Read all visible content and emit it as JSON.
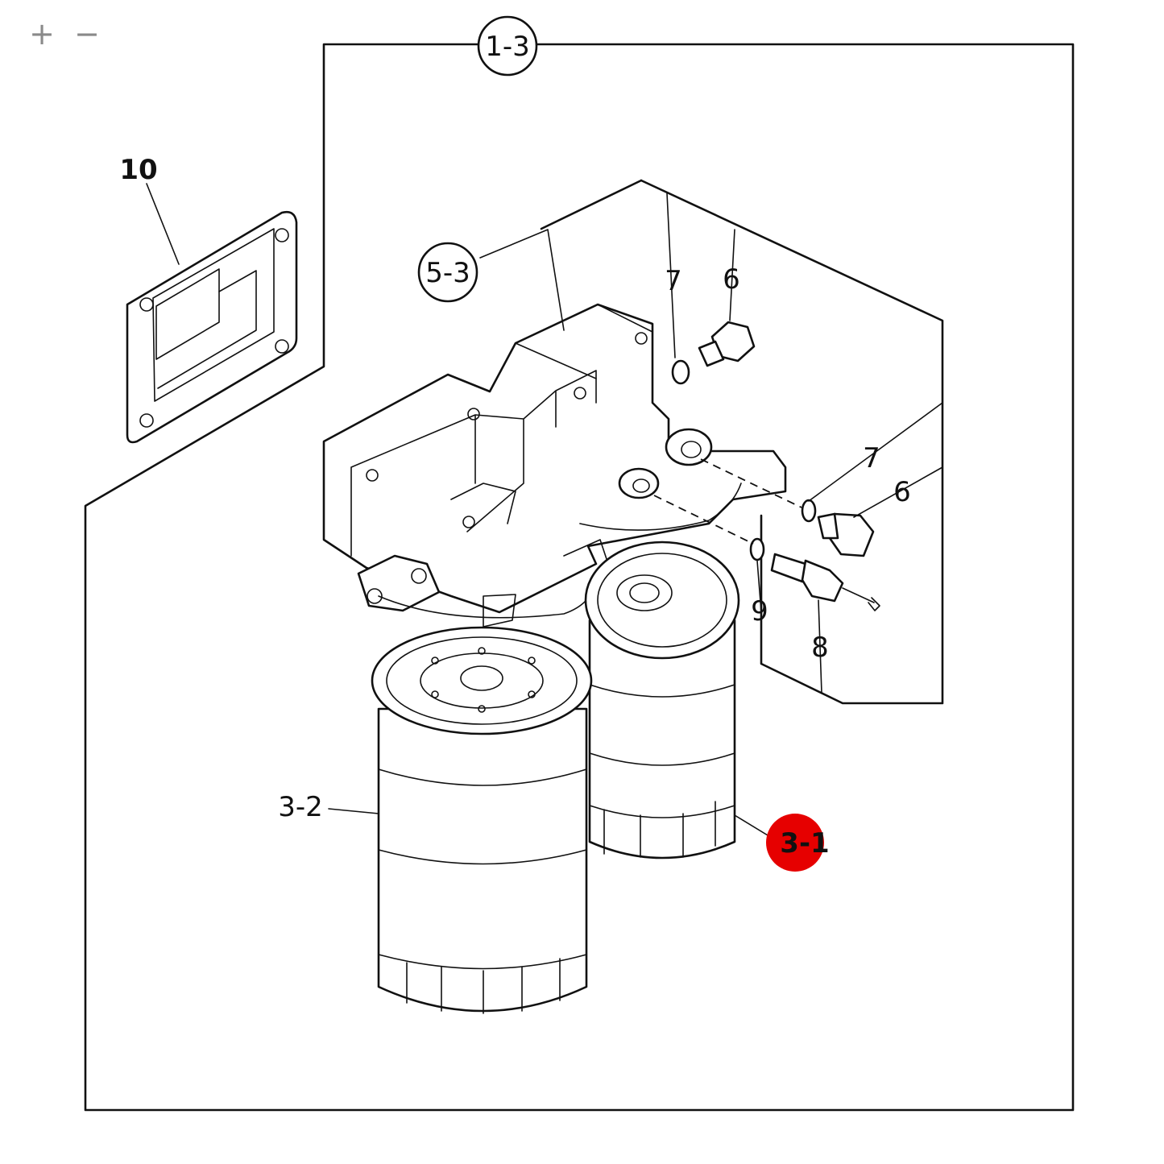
{
  "toolbar": {
    "zoom_in_label": "+",
    "zoom_out_label": "−"
  },
  "callouts": {
    "ref_1_3": "1-3",
    "ref_5_3": "5-3",
    "ref_3_1": "3-1"
  },
  "part_labels": {
    "part_10": "10",
    "part_7_top": "7",
    "part_6_top": "6",
    "part_7_right": "7",
    "part_6_right": "6",
    "part_9": "9",
    "part_8": "8",
    "part_3_2": "3-2"
  },
  "colors": {
    "highlight": "#e60000",
    "line": "#111111",
    "toolbar_icon": "#8a8a8a"
  },
  "icons": {
    "zoom_in": "plus-icon",
    "zoom_out": "minus-icon"
  },
  "selected_part": "3-1"
}
